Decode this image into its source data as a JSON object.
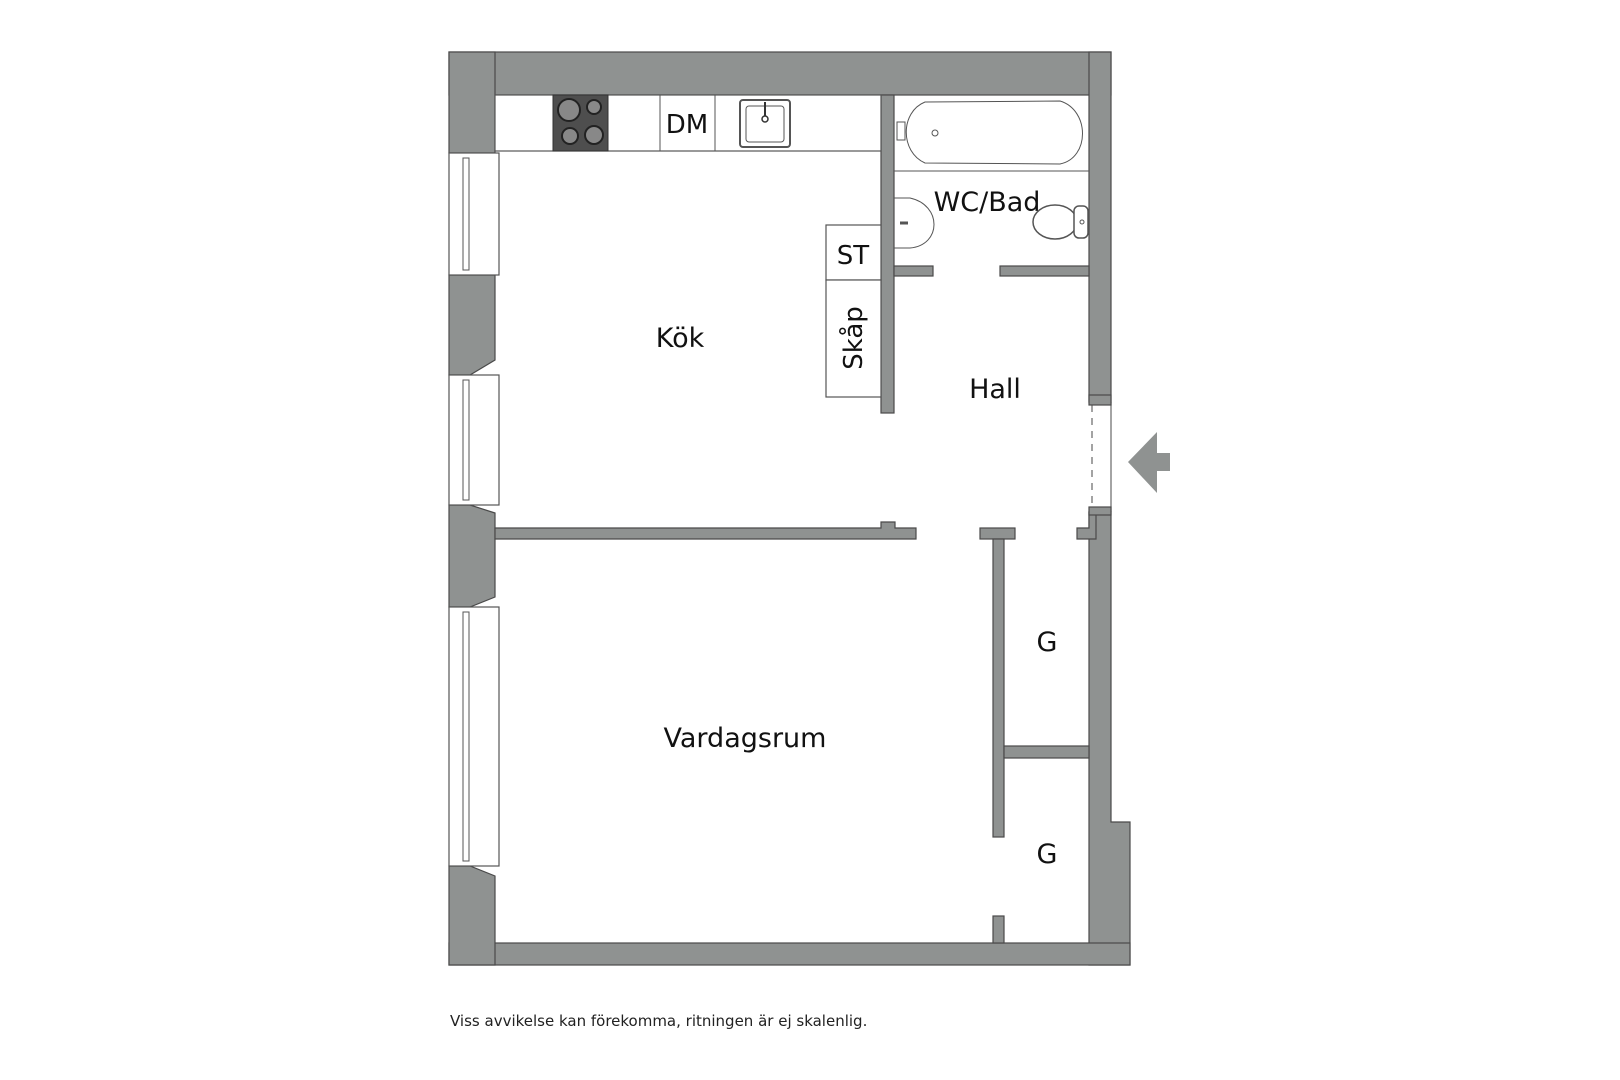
{
  "floorplan": {
    "colors": {
      "wall": "#8f9291",
      "wall_stroke": "#4a4a4a",
      "stove": "#4e4e4e",
      "background": "#ffffff"
    },
    "rooms": {
      "kitchen": "Kök",
      "hall": "Hall",
      "bathroom": "WC/Bad",
      "living_room": "Vardagsrum",
      "closet_1": "G",
      "closet_2": "G"
    },
    "fixtures": {
      "dishwasher": "DM",
      "storage": "ST",
      "cabinet": "Skåp"
    },
    "entrance_arrow": "entrance-arrow-icon"
  },
  "footer": {
    "disclaimer": "Viss avvikelse kan förekomma, ritningen är ej skalenlig."
  }
}
